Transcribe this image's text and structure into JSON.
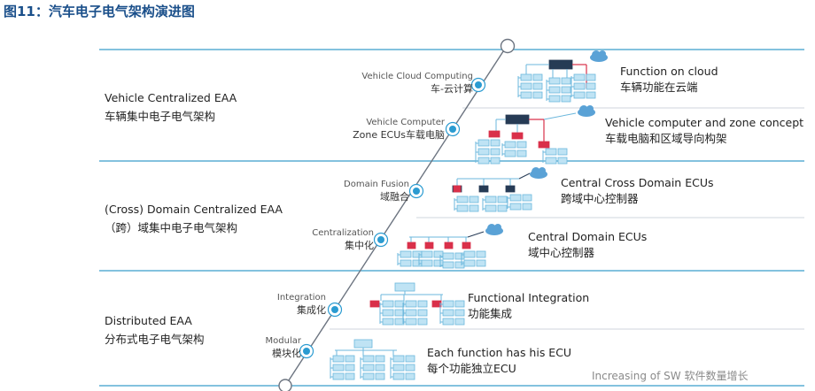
{
  "title": "图11：汽车电子电气架构演进图",
  "tiers": [
    {
      "en": "Vehicle Centralized EAA",
      "cn": "车辆集中电子电气架构"
    },
    {
      "en": "(Cross) Domain Centralized EAA",
      "cn": "（跨）域集中电子电气架构"
    },
    {
      "en": "Distributed EAA",
      "cn": "分布式电子电气架构"
    }
  ],
  "stages": [
    {
      "en": "Vehicle Cloud Computing",
      "cn": "车-云计算"
    },
    {
      "en": "Vehicle Computer",
      "cn": "Zone ECUs车载电脑"
    },
    {
      "en": "Domain Fusion",
      "cn": "域融合"
    },
    {
      "en": "Centralization",
      "cn": "集中化"
    },
    {
      "en": "Integration",
      "cn": "集成化"
    },
    {
      "en": "Modular",
      "cn": "模块化"
    }
  ],
  "descriptions": [
    {
      "en": "Function on cloud",
      "cn": "车辆功能在云端"
    },
    {
      "en": "Vehicle computer and zone concept",
      "cn": "车载电脑和区域导向构架"
    },
    {
      "en": "Central Cross Domain ECUs",
      "cn": "跨域中心控制器"
    },
    {
      "en": "Central Domain ECUs",
      "cn": "域中心控制器"
    },
    {
      "en": "Functional Integration",
      "cn": "功能集成"
    },
    {
      "en": "Each function has his ECU",
      "cn": "每个功能独立ECU"
    }
  ],
  "x_axis_note": "Increasing of SW 软件数量增长",
  "colors": {
    "title": "#1a4f8a",
    "band_line": "#5aaed4",
    "node": "#2b9bd1",
    "box": "#bfe3f4",
    "box_border": "#6bb7dc",
    "dark": "#263b55",
    "red": "#d9304a",
    "cloud": "#5aa2d6"
  }
}
